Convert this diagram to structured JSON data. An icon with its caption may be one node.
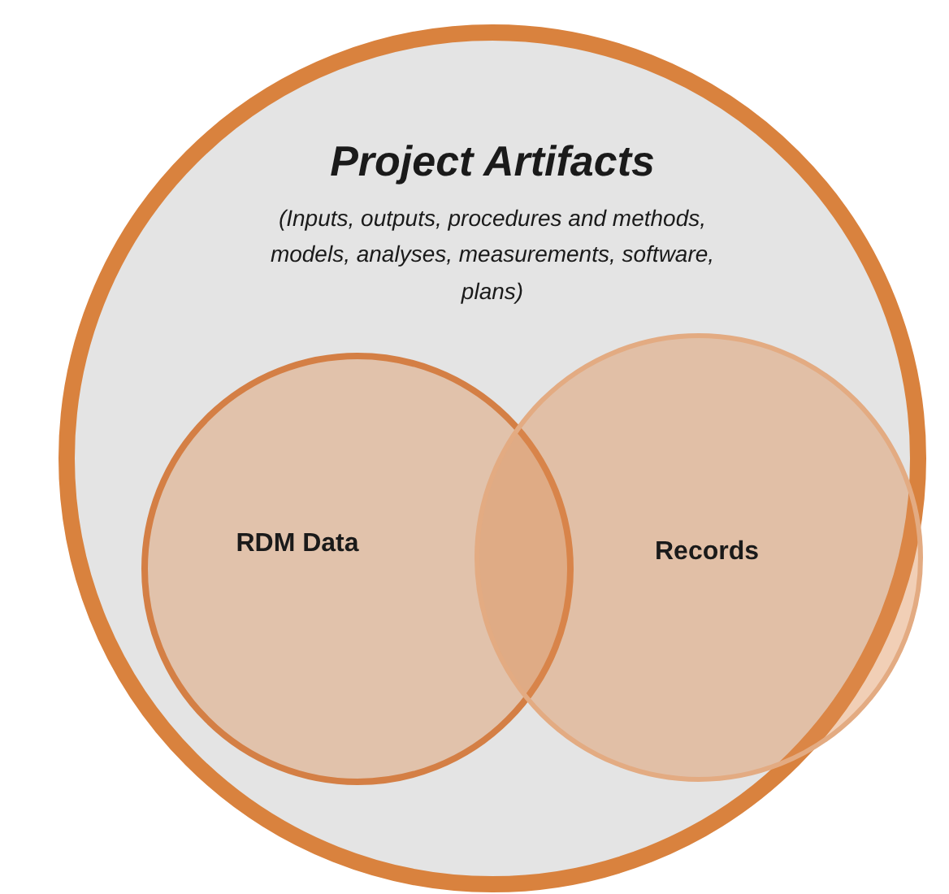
{
  "diagram": {
    "nodes": [
      {
        "text": [
          "Project Artifacts",
          "(Inputs, outputs, procedures and methods, models, analyses, measurements, software, plans)"
        ]
      },
      {
        "text": [
          "RDM Data"
        ],
        "in": 0
      },
      {
        "text": [
          "Records"
        ],
        "in": 0
      }
    ]
  }
}
